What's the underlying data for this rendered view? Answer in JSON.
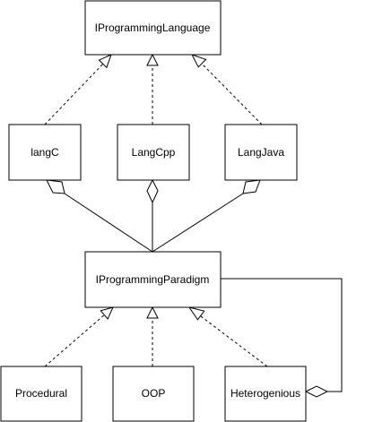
{
  "nodes": {
    "iprogramminglanguage": "IProgrammingLanguage",
    "langc": "langC",
    "langcpp": "LangCpp",
    "langjava": "LangJava",
    "iprogrammingparadigm": "IProgrammingParadigm",
    "procedural": "Procedural",
    "oop": "OOP",
    "heterogenious": "Heterogenious"
  },
  "relations": [
    {
      "from": "langc",
      "to": "iprogramminglanguage",
      "type": "realization"
    },
    {
      "from": "langcpp",
      "to": "iprogramminglanguage",
      "type": "realization"
    },
    {
      "from": "langjava",
      "to": "iprogramminglanguage",
      "type": "realization"
    },
    {
      "from": "iprogrammingparadigm",
      "to": "langc",
      "type": "aggregation"
    },
    {
      "from": "iprogrammingparadigm",
      "to": "langcpp",
      "type": "aggregation"
    },
    {
      "from": "iprogrammingparadigm",
      "to": "langjava",
      "type": "aggregation"
    },
    {
      "from": "procedural",
      "to": "iprogrammingparadigm",
      "type": "realization"
    },
    {
      "from": "oop",
      "to": "iprogrammingparadigm",
      "type": "realization"
    },
    {
      "from": "heterogenious",
      "to": "iprogrammingparadigm",
      "type": "realization"
    },
    {
      "from": "iprogrammingparadigm",
      "to": "heterogenious",
      "type": "aggregation"
    }
  ]
}
